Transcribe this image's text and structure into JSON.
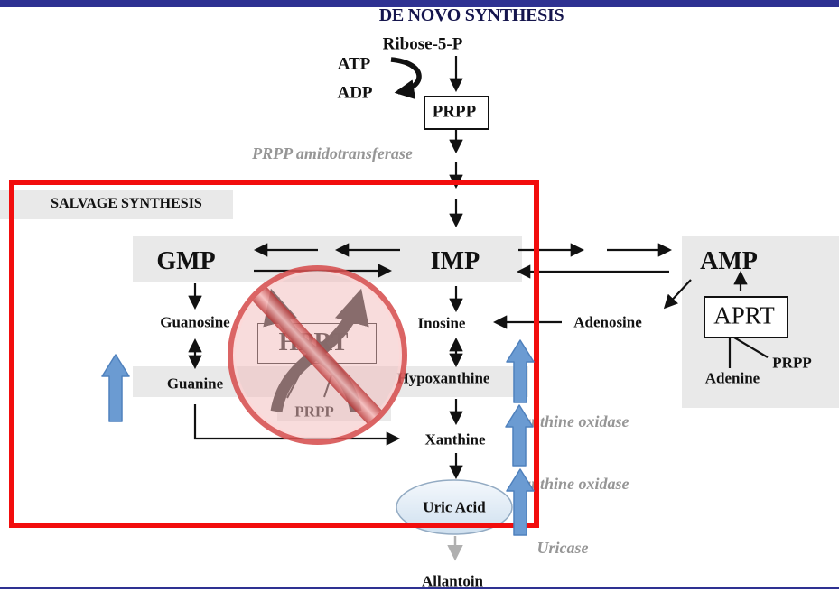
{
  "title": "DE NOVO SYNTHESIS",
  "colors": {
    "top_bar": "#2e3192",
    "bottom_bar": "#2e3192",
    "red_inhibition_box": "#f20d0d",
    "gray_band": "#e9e9e9",
    "enzyme_text": "#969696",
    "blue_arrow_fill": "#6b9bd2",
    "blue_arrow_border": "#4f81bd",
    "uric_acid_fill": "#dfeaf6",
    "title_text": "#15154d"
  },
  "de_novo": {
    "ribose_5_p": "Ribose-5-P",
    "atp": "ATP",
    "adp": "ADP",
    "prpp": "PRPP",
    "amidotransferase": "PRPP amidotransferase"
  },
  "salvage": {
    "label": "SALVAGE SYNTHESIS",
    "gmp": "GMP",
    "imp": "IMP",
    "guanosine": "Guanosine",
    "inosine": "Inosine",
    "guanine": "Guanine",
    "hypoxanthine": "Hypoxanthine",
    "xanthine": "Xanthine",
    "uric_acid": "Uric Acid",
    "hprt": "HPRT",
    "prpp": "PRPP"
  },
  "adenine_pathway": {
    "amp": "AMP",
    "aprt": "APRT",
    "adenine": "Adenine",
    "prpp": "PRPP",
    "adenosine": "Adenosine"
  },
  "degradation": {
    "xanthine_oxidase_upper": "Xanthine oxidase",
    "xanthine_oxidase_lower": "Xanthine oxidase",
    "uricase": "Uricase",
    "allantoin": "Allantoin"
  }
}
